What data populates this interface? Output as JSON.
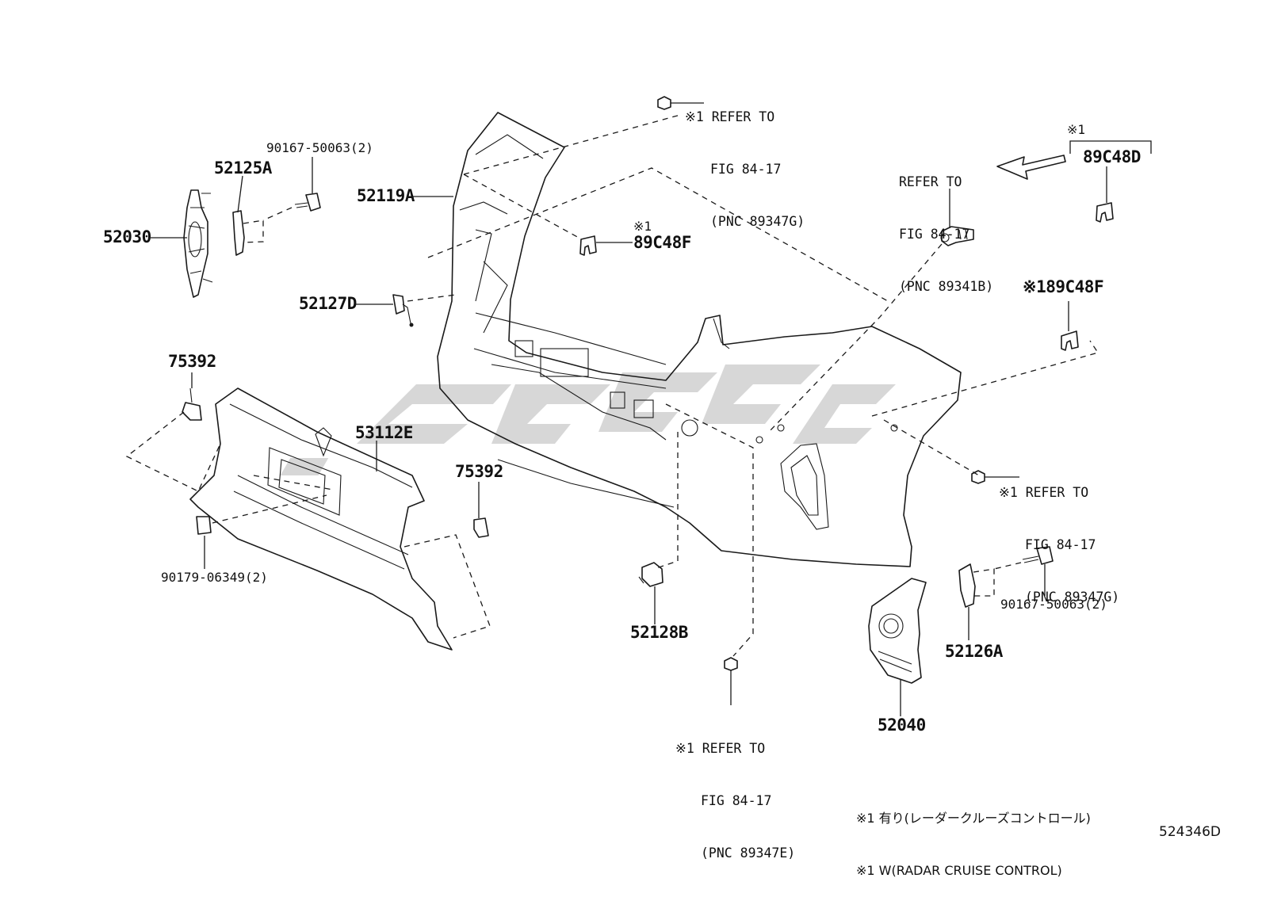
{
  "parts": {
    "p52030": "52030",
    "p52125A": "52125A",
    "p90167_a": "90167-50063(2)",
    "p52119A": "52119A",
    "p52127D": "52127D",
    "p75392_a": "75392",
    "p53112E": "53112E",
    "p75392_b": "75392",
    "p90179": "90179-06349(2)",
    "p52128B": "52128B",
    "p52040": "52040",
    "p52126A": "52126A",
    "p90167_b": "90167-50063(2)",
    "p89C48D": "89C48D"
  },
  "marks": {
    "m89C48F_a_mark": "※1",
    "m89C48F_a": "89C48F",
    "m89C48F_b": "※189C48F",
    "m89C48D_mark": "※1"
  },
  "refs": {
    "top": [
      "※1 REFER TO",
      "FIG 84-17",
      "(PNC 89347G)"
    ],
    "sensor": [
      "REFER TO",
      "FIG 84-17",
      "(PNC 89341B)"
    ],
    "right": [
      "※1 REFER TO",
      "FIG 84-17",
      "(PNC 89347G)"
    ],
    "bottom": [
      "※1 REFER TO",
      "FIG 84-17",
      "(PNC 89347E)"
    ]
  },
  "notes": {
    "line1": "※1 有り(レーダークルーズコントロール)",
    "line2": "※1 W(RADAR CRUISE CONTROL)"
  },
  "figure_id": "524346D"
}
